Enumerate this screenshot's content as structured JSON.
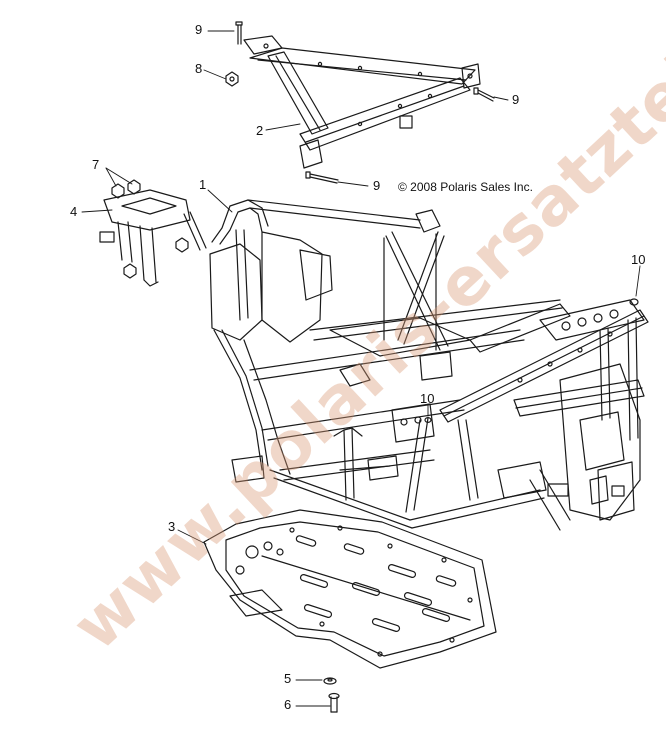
{
  "copyright": "© 2008 Polaris Sales Inc.",
  "watermark": "www.polaris-ersatzteile.de",
  "callouts": {
    "c1": "1",
    "c2": "2",
    "c3": "3",
    "c4": "4",
    "c5": "5",
    "c6": "6",
    "c7": "7",
    "c8": "8",
    "c9a": "9",
    "c9b": "9",
    "c9c": "9",
    "c10a": "10",
    "c10b": "10"
  },
  "colors": {
    "ink": "#1a1a1a",
    "watermark": "#da9b78"
  }
}
